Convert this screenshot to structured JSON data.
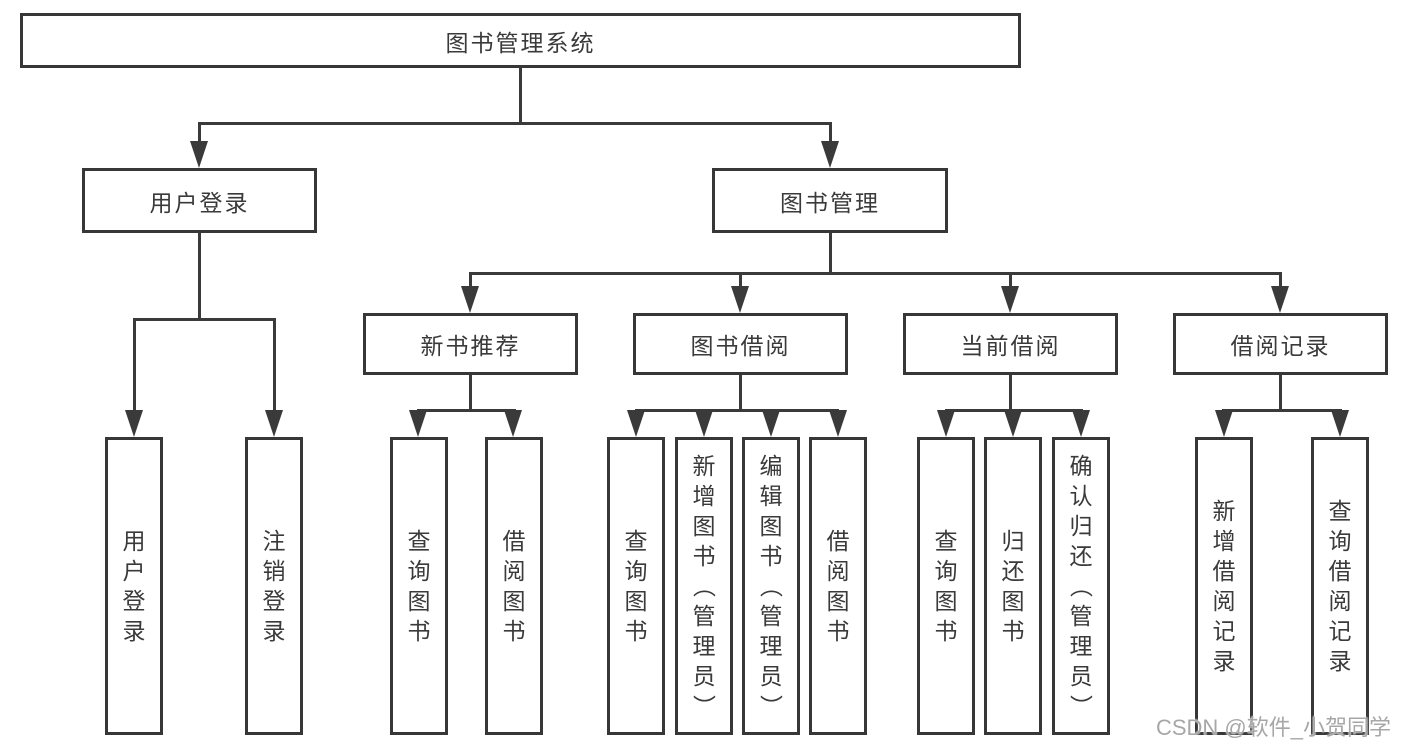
{
  "tree": {
    "root": {
      "label": "图书管理系统"
    },
    "branches": [
      {
        "label": "用户登录",
        "children": [
          {
            "label": "用户登录"
          },
          {
            "label": "注销登录"
          }
        ]
      },
      {
        "label": "图书管理",
        "children": [
          {
            "label": "新书推荐",
            "children": [
              {
                "label": "查询图书"
              },
              {
                "label": "借阅图书"
              }
            ]
          },
          {
            "label": "图书借阅",
            "children": [
              {
                "label": "查询图书"
              },
              {
                "label": "新增图书（管理员）"
              },
              {
                "label": "编辑图书（管理员）"
              },
              {
                "label": "借阅图书"
              }
            ]
          },
          {
            "label": "当前借阅",
            "children": [
              {
                "label": "查询图书"
              },
              {
                "label": "归还图书"
              },
              {
                "label": "确认归还（管理员）"
              }
            ]
          },
          {
            "label": "借阅记录",
            "children": [
              {
                "label": "新增借阅记录"
              },
              {
                "label": "查询借阅记录"
              }
            ]
          }
        ]
      }
    ]
  },
  "watermark": {
    "text": "CSDN @软件_小贺同学"
  },
  "colors": {
    "line": "#3a3a3a",
    "border": "#373737",
    "text": "#3a3a3a",
    "background": "#ffffff",
    "watermark": "#a7a7a7"
  }
}
